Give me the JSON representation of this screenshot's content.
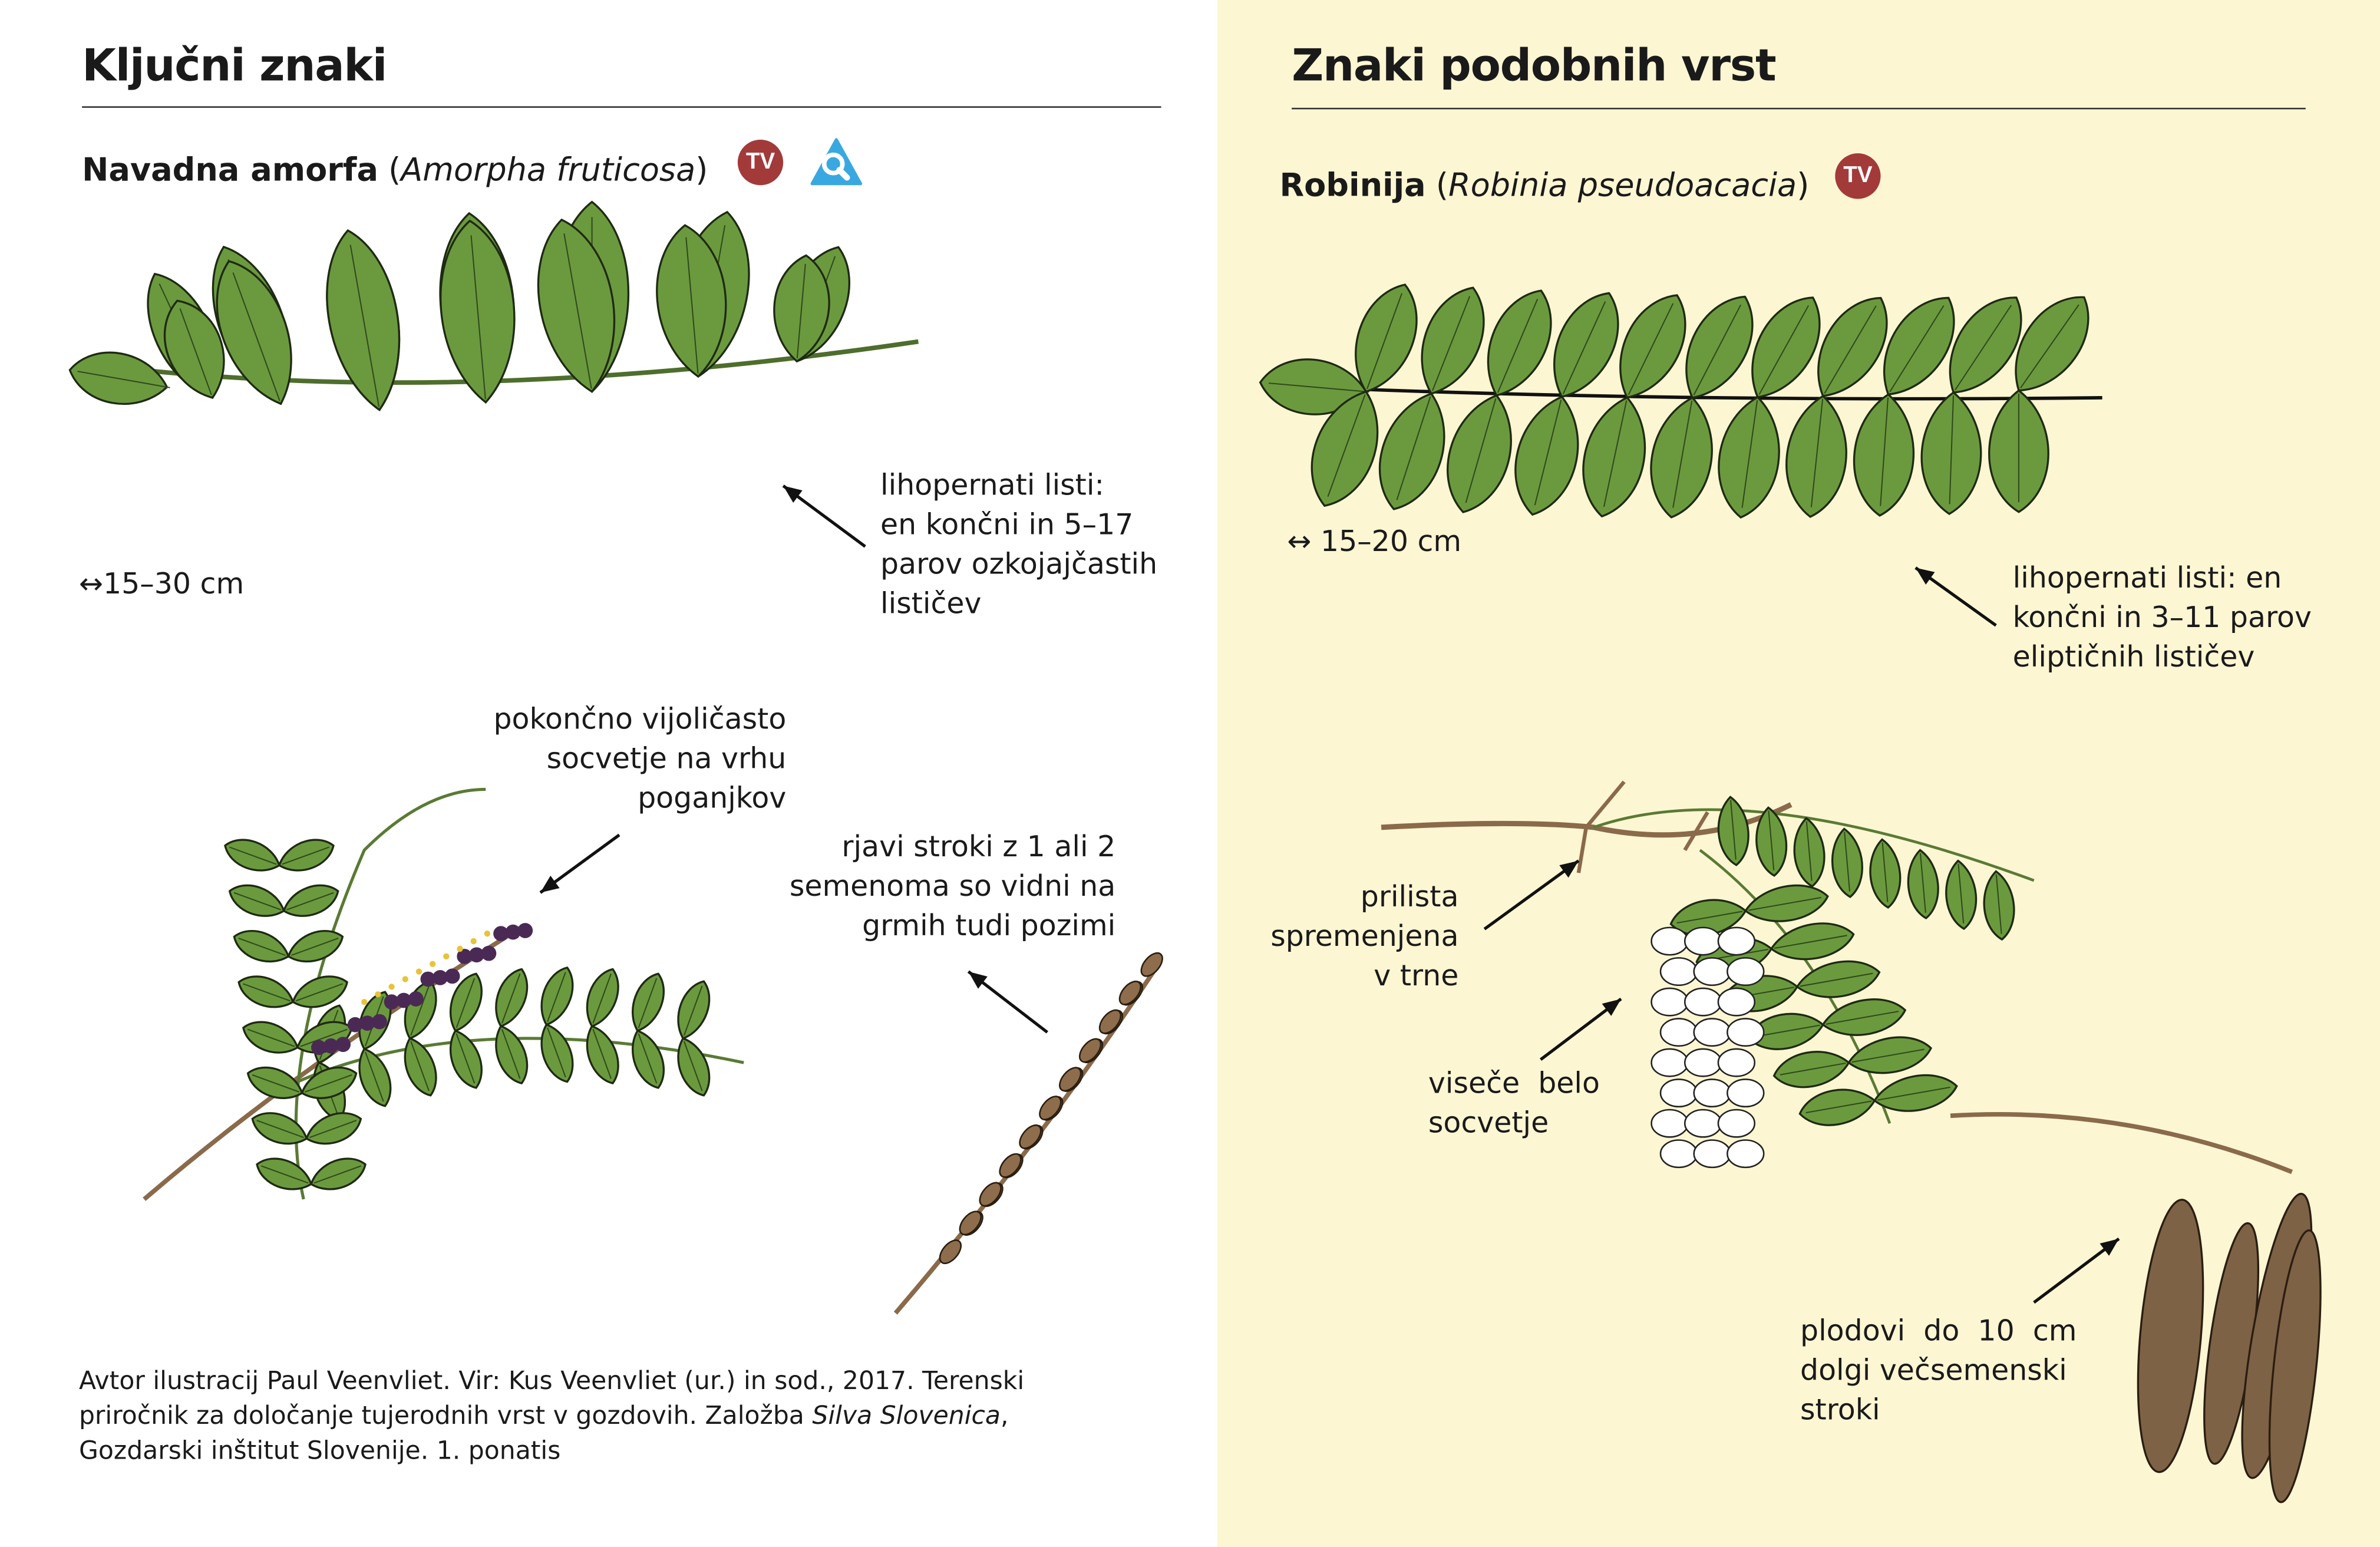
{
  "left": {
    "title": "Ključni znaki",
    "species": {
      "common": "Navadna amorfa",
      "latin": "Amorpha fruticosa",
      "paren_open": " (",
      "paren_close": ")"
    },
    "badges": {
      "tv": "TV",
      "search_icon": "magnifier-in-triangle"
    },
    "size": "↔15–30 cm",
    "leaf_note": [
      "lihopernati listi:",
      "en končni in 5–17",
      "parov ozkojajčastih",
      "lističev"
    ],
    "flower_note": [
      "pokončno vijoličasto",
      "socvetje na vrhu",
      "poganjkov"
    ],
    "pod_note": [
      "rjavi stroki z 1 ali 2",
      "semenoma so vidni na",
      "grmih tudi pozimi"
    ],
    "footer": {
      "line1": "Avtor ilustracij Paul Veenvliet. Vir: Kus Veenvliet (ur.) in sod., 2017. Terenski",
      "line2a": "priročnik za določanje tujerodnih vrst v gozdovih. Založba ",
      "line2b": "Silva Slovenica",
      "line2c": ",",
      "line3": "Gozdarski inštitut Slovenije. 1. ponatis"
    }
  },
  "right": {
    "title": "Znaki podobnih vrst",
    "species": {
      "common": "Robinija",
      "latin": "Robinia pseudoacacia",
      "paren_open": " (",
      "paren_close": ")"
    },
    "badges": {
      "tv": "TV"
    },
    "size": "↔ 15–20 cm",
    "leaf_note": [
      "lihopernati listi: en",
      "končni in 3–11 parov",
      "eliptičnih lističev"
    ],
    "stipule_note": [
      "prilista",
      "spremenjena",
      "v trne"
    ],
    "flower_note": [
      "viseče  belo",
      "socvetje"
    ],
    "pod_note": [
      "plodovi  do  10  cm",
      "dolgi večsemenski",
      "stroki"
    ]
  },
  "colors": {
    "leaf": "#6b9a3e",
    "outline": "#1e2a12",
    "purple": "#4a2a55",
    "brown": "#8a6a4a",
    "panel": "#fdf6d3",
    "tv": "#a33a3a",
    "search": "#3aa8e0"
  }
}
